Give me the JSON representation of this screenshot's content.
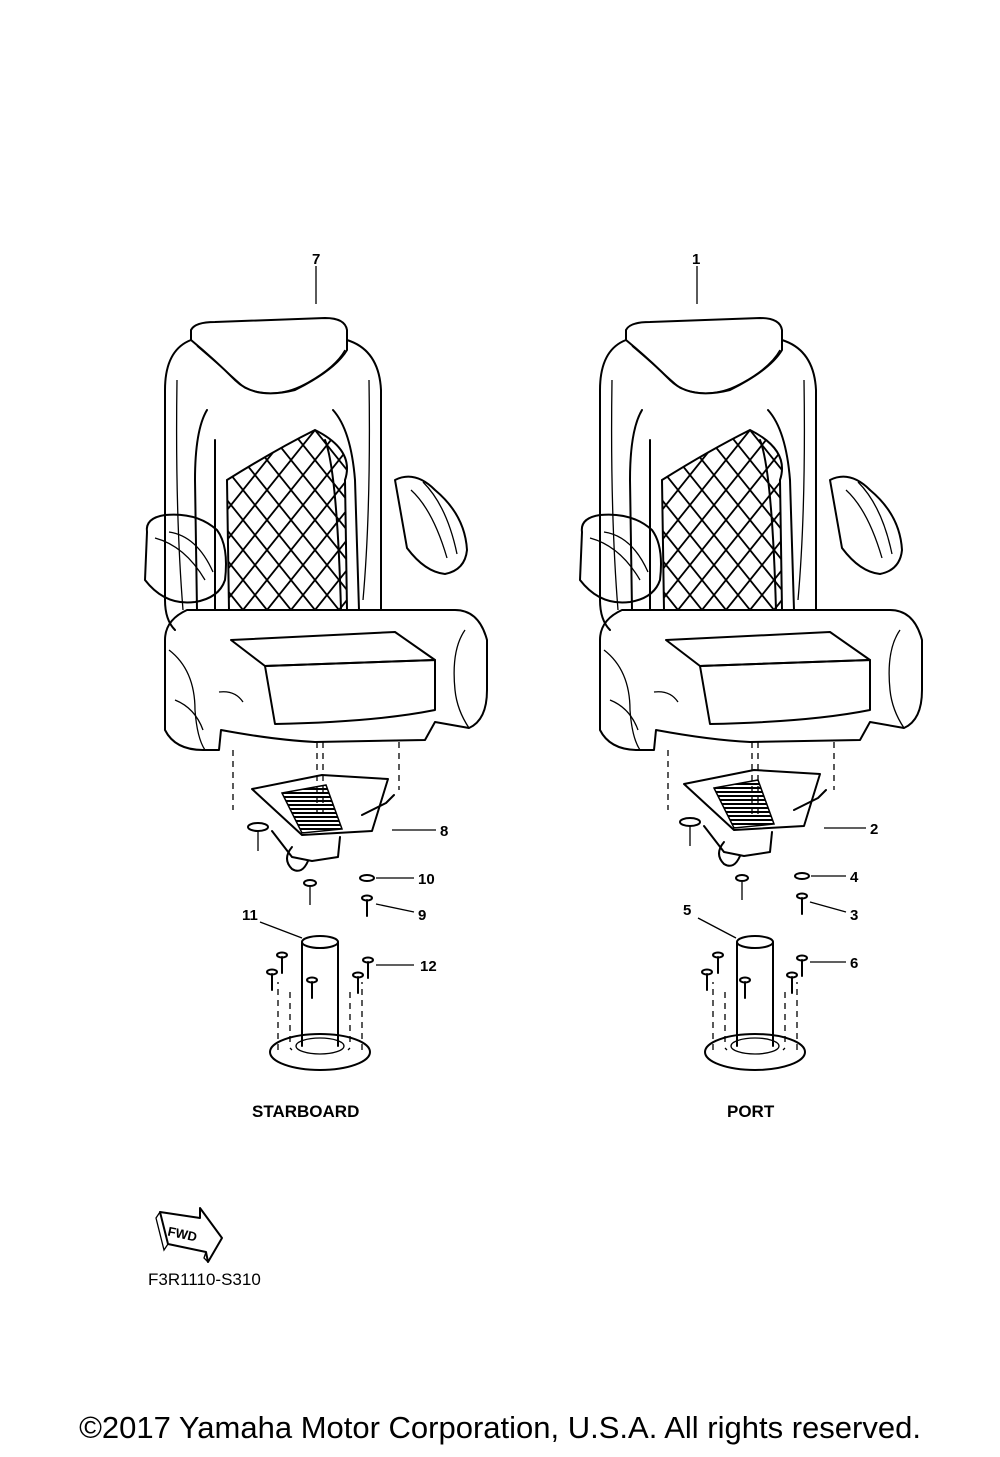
{
  "starboard": {
    "label": "STARBOARD",
    "callouts": {
      "seat": "7",
      "bracket": "8",
      "washer": "10",
      "screw": "9",
      "pedestal": "11",
      "pedestal_screw": "12"
    }
  },
  "port": {
    "label": "PORT",
    "callouts": {
      "seat": "1",
      "bracket": "2",
      "washer": "4",
      "screw": "3",
      "pedestal": "5",
      "pedestal_screw": "6"
    }
  },
  "fwd_arrow": {
    "text": "FWD"
  },
  "reference_code": "F3R1110-S310",
  "copyright": "©2017 Yamaha Motor Corporation, U.S.A. All rights reserved."
}
